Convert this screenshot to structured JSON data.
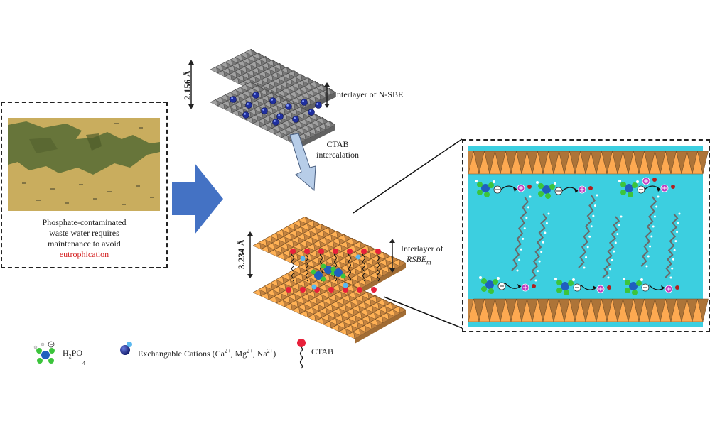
{
  "left_panel": {
    "caption_lines": [
      "Phosphate-contaminated",
      "waste water requires",
      "maintenance to avoid"
    ],
    "caption_highlight": "eutrophication",
    "highlight_color": "#d42020"
  },
  "top_structure": {
    "spacing_label": "2.156 Å",
    "interlayer_label": "Interlayer of N-SBE"
  },
  "arrow_label_lines": [
    "CTAB",
    "intercalation"
  ],
  "bottom_structure": {
    "spacing_label": "3.234 Å",
    "interlayer_label_line1": "Interlayer of",
    "interlayer_label_line2": "RSBE",
    "interlayer_label_sub": "m"
  },
  "legend": {
    "phosphate": {
      "base": "H",
      "sub1": "2",
      "mid": "PO",
      "sub2": "4",
      "sup": "−"
    },
    "cations": {
      "text": "Exchangable Cations (Ca",
      "ca_sup": "2+",
      "mg": ", Mg",
      "mg_sup": "2+",
      "na": ", Na",
      "na_sup": "2+",
      "close": ")"
    },
    "ctab": "CTAB"
  },
  "colors": {
    "water_light": "#c9ad5e",
    "water_dark": "#67753a",
    "arrow_blue": "#4472c4",
    "sheet_gray": "#8c8c8c",
    "sheet_orange": "#e69a4a",
    "zoom_bg": "#3ccfe0",
    "cation": "#1f2f9e",
    "phosphate_green": "#3cc43c",
    "ctab_red": "#e8203a"
  }
}
